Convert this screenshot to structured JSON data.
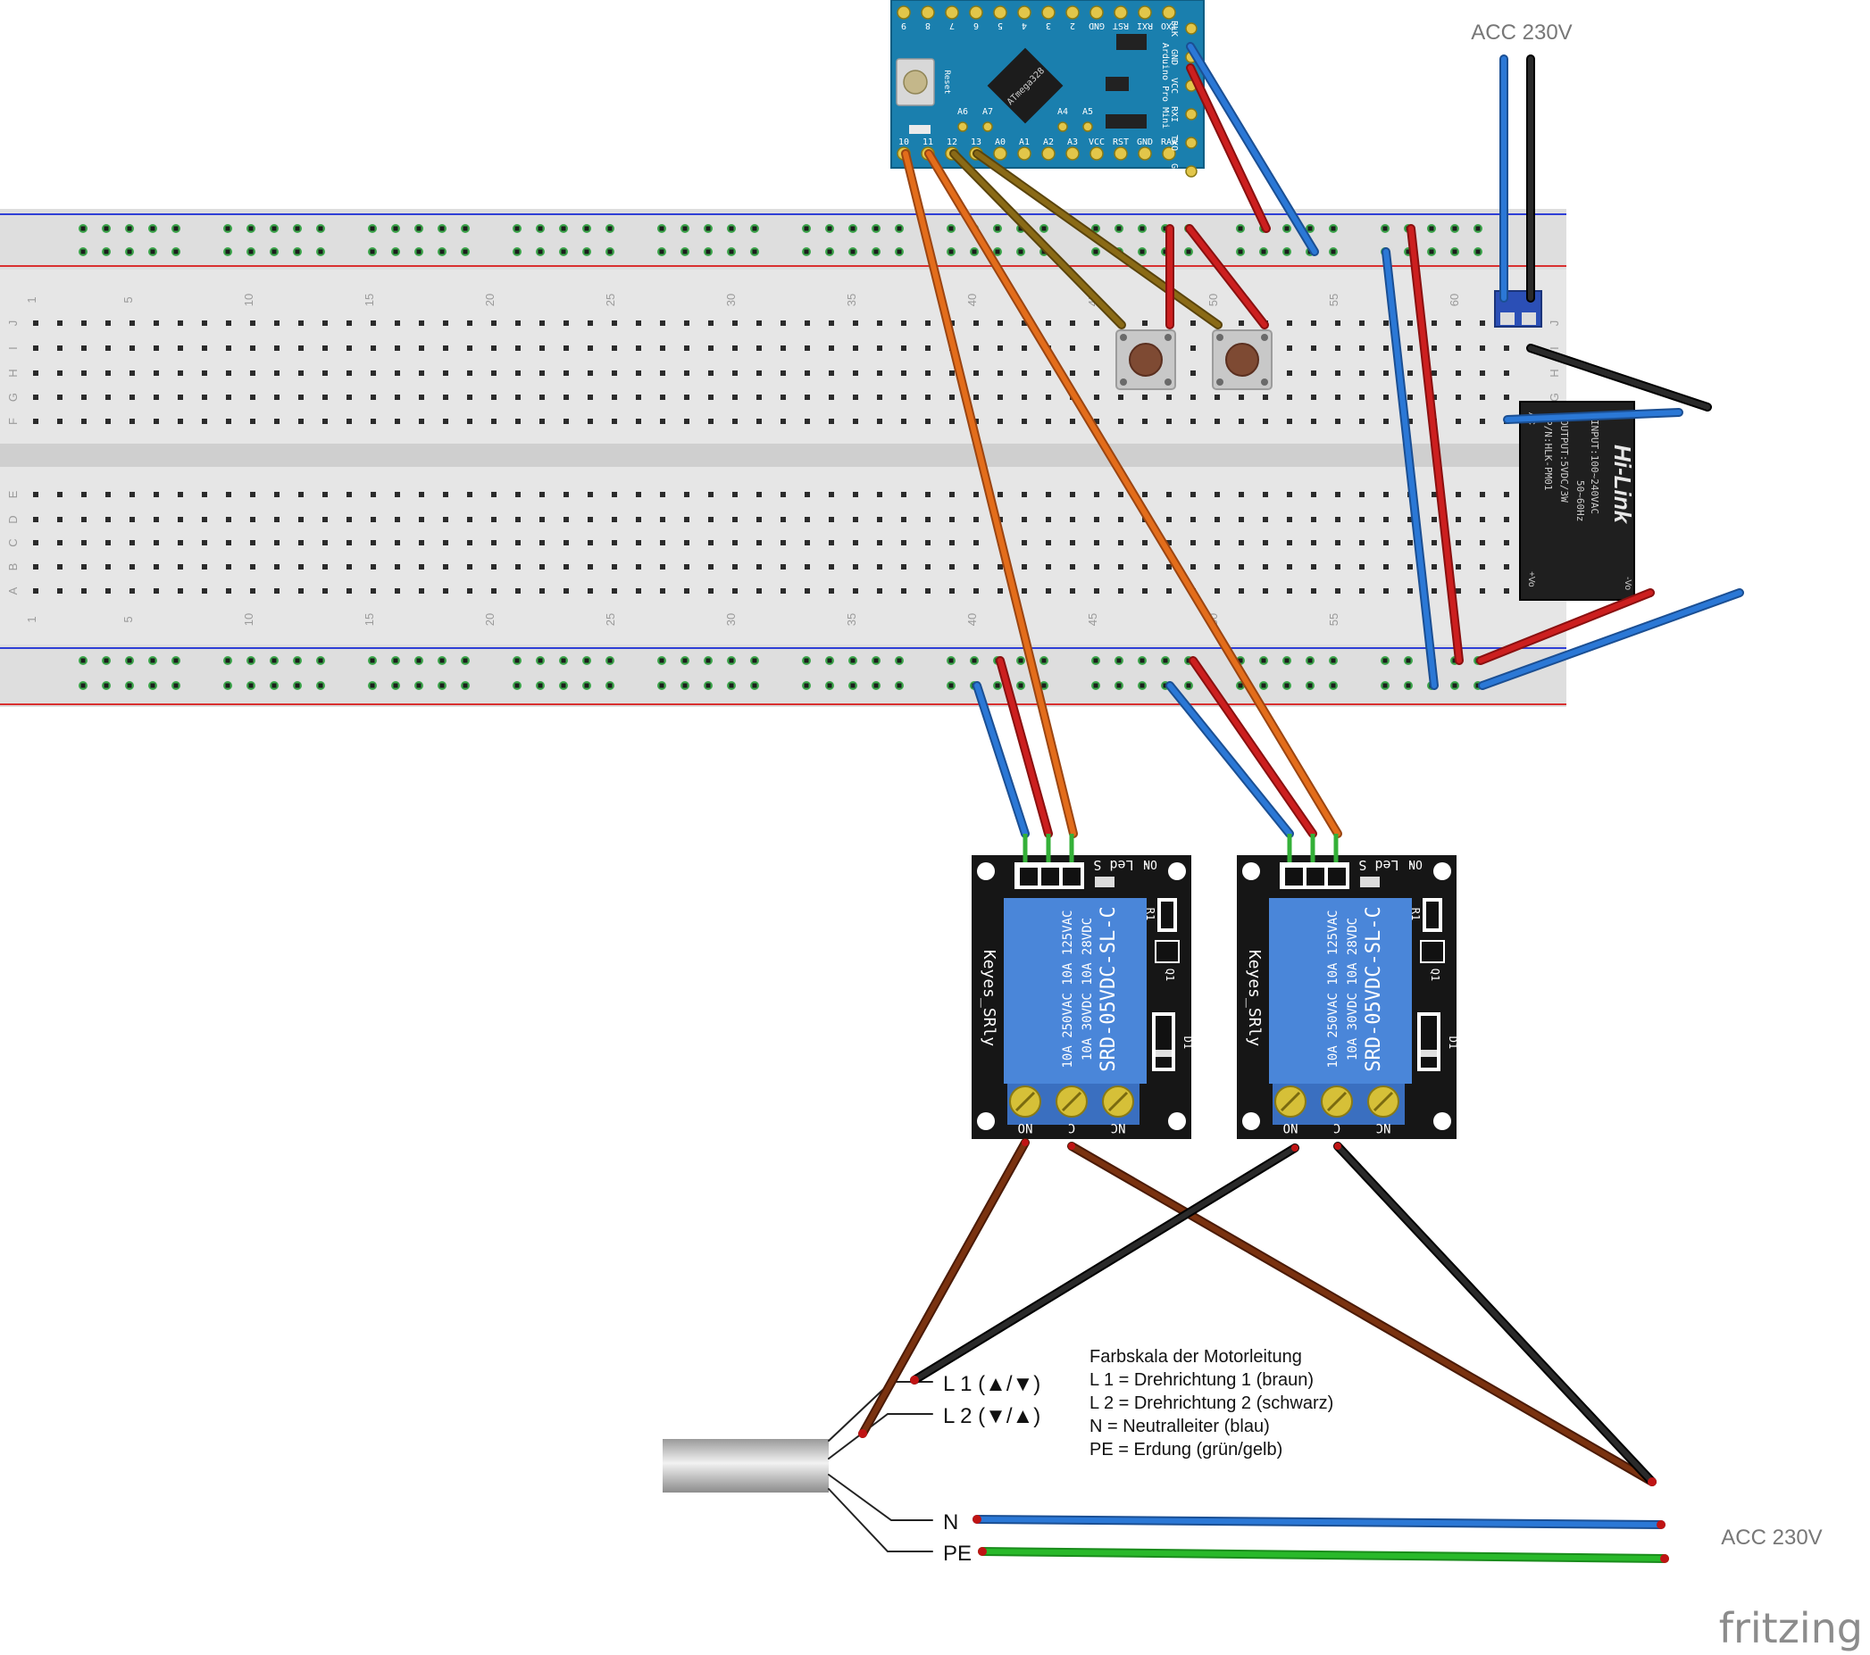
{
  "labels": {
    "acc_top": "ACC 230V",
    "acc_bottom": "ACC 230V",
    "fritzing_logo": "fritzing"
  },
  "arduino": {
    "top_pins": [
      "9",
      "8",
      "7",
      "6",
      "5",
      "4",
      "3",
      "2",
      "GND",
      "RST",
      "RXI",
      "TXO"
    ],
    "bottom_pins": [
      "10",
      "11",
      "12",
      "13",
      "A0",
      "A1",
      "A2",
      "A3",
      "VCC",
      "RST",
      "GND",
      "RAW"
    ],
    "side_pins": [
      "BLK",
      "GND",
      "VCC",
      "RXI",
      "TXO",
      "GRN"
    ],
    "analog_extra": [
      "A6",
      "A7",
      "A4",
      "A5"
    ],
    "chip_label": "ATmega328",
    "board_label": "Arduino Pro Mini",
    "reset_label": "Reset"
  },
  "breadboard": {
    "row_letters_top": [
      "J",
      "I",
      "H",
      "G",
      "F"
    ],
    "row_letters_bottom": [
      "E",
      "D",
      "C",
      "B",
      "A"
    ],
    "column_numbers": [
      "1",
      "5",
      "10",
      "15",
      "20",
      "25",
      "30",
      "35",
      "40",
      "45",
      "50",
      "55",
      "60"
    ]
  },
  "hilink": {
    "brand": "Hi-Link",
    "input": "INPUT:100~240VAC",
    "freq": "50~60Hz",
    "output": "OUTPUT:5VDC/3W",
    "part": "P/N:HLK-PM01",
    "ac": "AC",
    "vo_minus": "-Vo",
    "vo_plus": "+Vo"
  },
  "relays": [
    {
      "brand": "Keyes_SRly",
      "model": "SRD-05VDC-SL-C",
      "rating1": "10A 250VAC  10A 125VAC",
      "rating2": "10A 30VDC  10A 28VDC",
      "header": "- Led S",
      "on": "ON",
      "r1": "R1",
      "q1": "Q1",
      "d1": "D1",
      "terminals": [
        "NO",
        "C",
        "NC"
      ]
    },
    {
      "brand": "Keyes_SRly",
      "model": "SRD-05VDC-SL-C",
      "rating1": "10A 250VAC  10A 125VAC",
      "rating2": "10A 30VDC  10A 28VDC",
      "header": "- Led S",
      "on": "ON",
      "r1": "R1",
      "q1": "Q1",
      "d1": "D1",
      "terminals": [
        "NO",
        "C",
        "NC"
      ]
    }
  ],
  "motor_cable": {
    "leads": [
      "L 1 (▲/▼)",
      "L 2 (▼/▲)",
      "N",
      "PE"
    ]
  },
  "legend": {
    "title": "Farbskala der Motorleitung",
    "lines": [
      "L 1 = Drehrichtung 1 (braun)",
      "L 2 = Drehrichtung 2 (schwarz)",
      "N = Neutralleiter (blau)",
      "PE = Erdung (grün/gelb)"
    ]
  },
  "colors": {
    "red": "#cc1f1f",
    "blue": "#2b78d6",
    "black": "#2a2a2a",
    "orange": "#e36d1b",
    "olive": "#8a6a16",
    "brown": "#7a3210",
    "green": "#29b92a",
    "board_blue": "#1a7fae",
    "relay_blue": "#4a86d9"
  }
}
